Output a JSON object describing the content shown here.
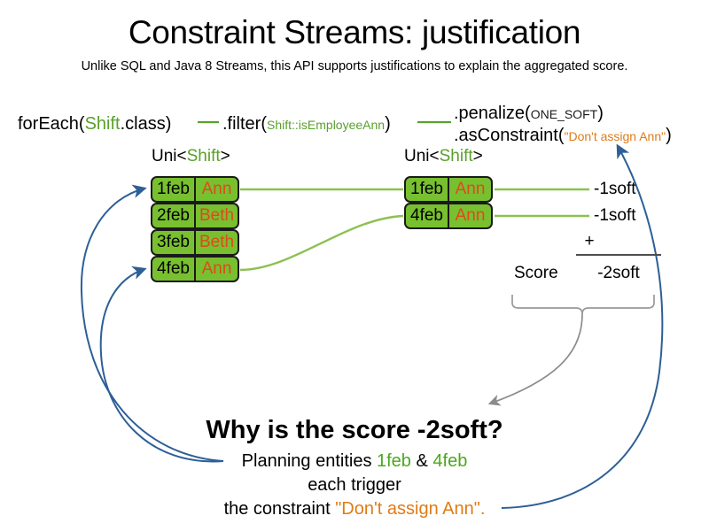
{
  "slide": {
    "title": "Constraint Streams: justification",
    "subtitle": "Unlike SQL and Java 8 Streams, this API supports justifications to explain the aggregated score."
  },
  "pipeline": {
    "for_each": {
      "method": "forEach(",
      "type": "Shift",
      "tail": ".class)"
    },
    "filter": {
      "method": ".filter(",
      "arg": "Shift::isEmployeeAnn",
      "tail": ")"
    },
    "penalize": {
      "method": ".penalize(",
      "arg": "ONE_SOFT",
      "tail": ")"
    },
    "as_constraint": {
      "method": ".asConstraint(",
      "arg": "\"Don't assign Ann\"",
      "tail": ")"
    }
  },
  "streams": [
    {
      "caption_prefix": "Uni<",
      "caption_type": "Shift",
      "caption_suffix": ">",
      "cards": [
        {
          "date": "1feb",
          "employee": "Ann"
        },
        {
          "date": "2feb",
          "employee": "Beth"
        },
        {
          "date": "3feb",
          "employee": "Beth"
        },
        {
          "date": "4feb",
          "employee": "Ann"
        }
      ]
    },
    {
      "caption_prefix": "Uni<",
      "caption_type": "Shift",
      "caption_suffix": ">",
      "cards": [
        {
          "date": "1feb",
          "employee": "Ann"
        },
        {
          "date": "4feb",
          "employee": "Ann"
        }
      ]
    }
  ],
  "score": {
    "penalties": [
      "-1soft",
      "-1soft"
    ],
    "operator": "+",
    "label": "Score",
    "total": "-2soft"
  },
  "explanation": {
    "heading": "Why is the score -2soft?",
    "line1_pre": "Planning entities ",
    "line1_entity_a": "1feb",
    "line1_amp": " & ",
    "line1_entity_b": "4feb",
    "line2": "each trigger",
    "line3_pre": "the constraint ",
    "line3_constraint": "\"Don't assign Ann\".",
    "line3_post": ""
  },
  "colors": {
    "card_fill": "#78c030",
    "card_border": "#1a1a1a",
    "employee_text": "#e0491a",
    "type_green": "#5aa02c",
    "stream_line_green": "#8cc152",
    "constraint_orange": "#e07b16",
    "justification_blue": "#2e5f96",
    "brace_gray": "#999999"
  }
}
